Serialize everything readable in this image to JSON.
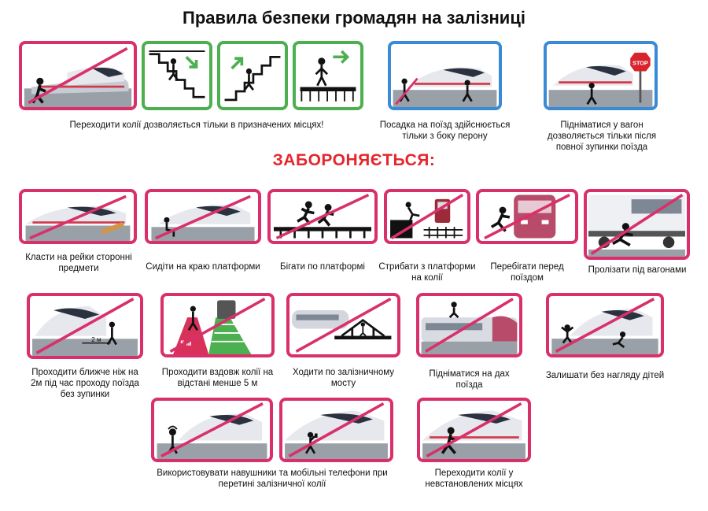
{
  "header": {
    "title": "Правила безпеки громадян на залізниці"
  },
  "allowed": {
    "cross_caption": "Переходити колії дозволяється тільки в призначених місцях!",
    "boarding_caption": "Посадка на поїзд здійснюється тільки з боку перону",
    "climb_caption": "Підніматися у вагон дозволяється тільки після повної зупинки поїзда",
    "stop_sign": "STOP"
  },
  "prohibited": {
    "heading": "ЗАБОРОНЯЄТЬСЯ:",
    "items": [
      {
        "caption": "Класти на рейки сторонні предмети"
      },
      {
        "caption": "Сидіти на краю платформи"
      },
      {
        "caption": "Бігати по платформі"
      },
      {
        "caption": "Стрибати з платформи на колії"
      },
      {
        "caption": "Перебігати перед поїздом"
      },
      {
        "caption": "Пролізати під вагонами"
      },
      {
        "caption": "Проходити ближче ніж на 2м під час проходу поїзда без зупинки",
        "label": "2 м"
      },
      {
        "caption": "Проходити вздовж колії на відстані менше 5 м",
        "label": "5 м"
      },
      {
        "caption": "Ходити по залізничному мосту"
      },
      {
        "caption": "Підніматися на дах поїзда"
      },
      {
        "caption": "Залишати без нагляду дітей"
      },
      {
        "caption": "Використовувати навушники та мобільні телефони при перетині залізничної колії"
      },
      {
        "caption": "Переходити колії у невстановлених місцях"
      }
    ]
  },
  "colors": {
    "prohibit": "#d9306b",
    "allow": "#4caf50",
    "info": "#3a8bd6",
    "heading": "#e5262d"
  }
}
